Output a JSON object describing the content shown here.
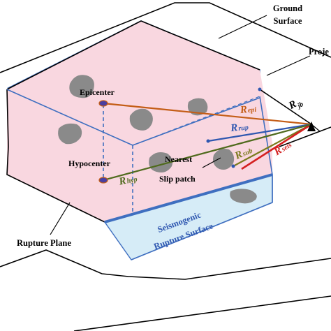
{
  "labels": {
    "ground_surface_1": "Ground",
    "ground_surface_2": "Surface",
    "projection": "Proje",
    "epicenter": "Epicenter",
    "hypocenter": "Hypocenter",
    "nearest_1": "Nearest",
    "nearest_2": "Slip patch",
    "rupture_plane": "Rupture Plane",
    "seismogenic_1": "Seismogenic",
    "seismogenic_2": "Rupture Surface",
    "r_jb_main": "R",
    "r_jb_sub": "jb",
    "r_epi_main": "R",
    "r_epi_sub": "epi",
    "r_rup_main": "R",
    "r_rup_sub": "rup",
    "r_sub_main": "R",
    "r_sub_sub": "sub",
    "r_seis_main": "R",
    "r_seis_sub": "seis",
    "r_hyp_main": "R",
    "r_hyp_sub": "hyp"
  },
  "colors": {
    "rupture_plane_fill": "#f9d7e0",
    "seismogenic_fill": "#d6ecf7",
    "plane_edge": "#3f6fc0",
    "r_epi": "#c45d16",
    "r_rup": "#2f57b0",
    "r_sub": "#7a7a1c",
    "r_seis": "#d42020",
    "r_hyp": "#4f6a1c",
    "patch": "#8a8a8a"
  },
  "icons": {
    "station": "triangle-station-icon",
    "epicenter": "epicenter-marker-icon",
    "hypocenter": "hypocenter-marker-icon"
  }
}
